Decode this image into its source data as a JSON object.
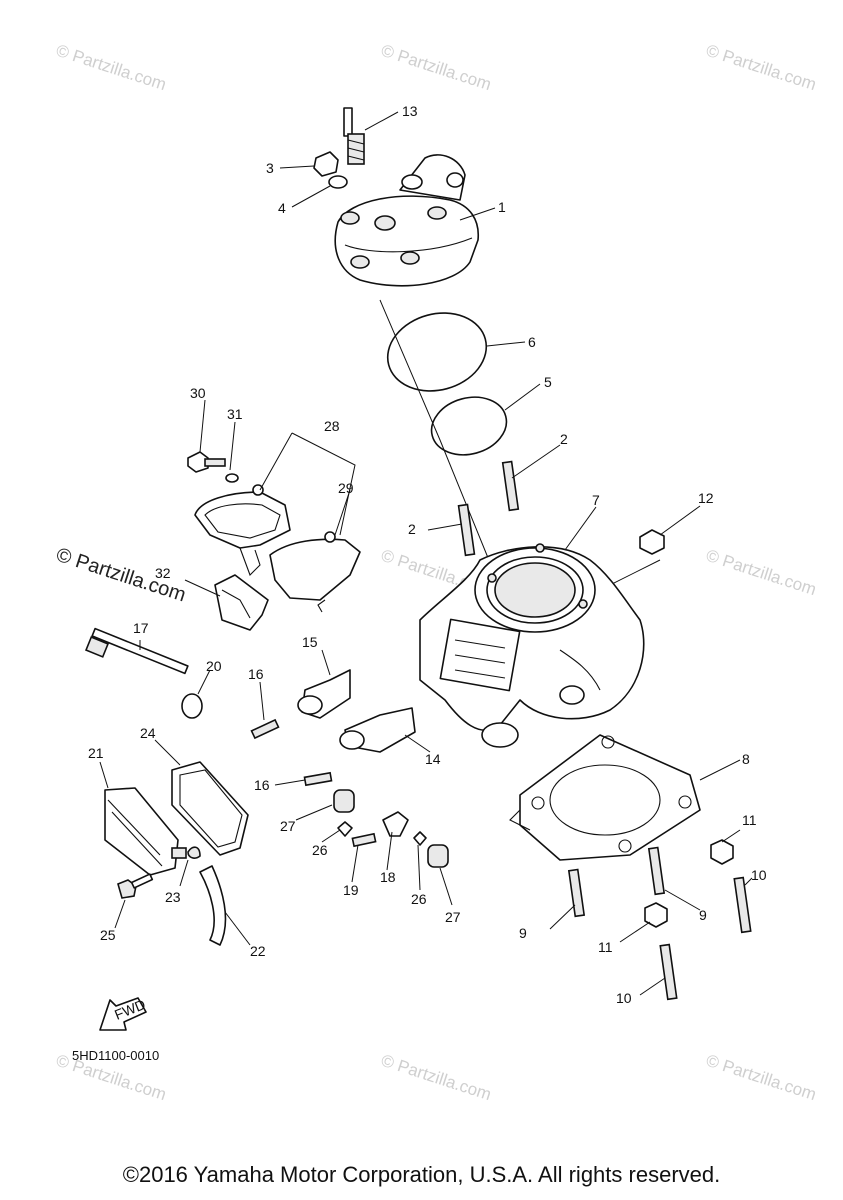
{
  "watermark": "© Partzilla.com",
  "diagram_code": "5HD1100-0010",
  "fwd_label": "FWD",
  "callouts": [
    "1",
    "2",
    "3",
    "4",
    "5",
    "6",
    "7",
    "8",
    "9",
    "10",
    "11",
    "12",
    "13",
    "14",
    "15",
    "16",
    "17",
    "18",
    "19",
    "20",
    "21",
    "22",
    "23",
    "24",
    "25",
    "26",
    "27",
    "28",
    "29",
    "30",
    "31",
    "32"
  ],
  "copyright": "©2016 Yamaha Motor Corporation, U.S.A. All rights reserved."
}
